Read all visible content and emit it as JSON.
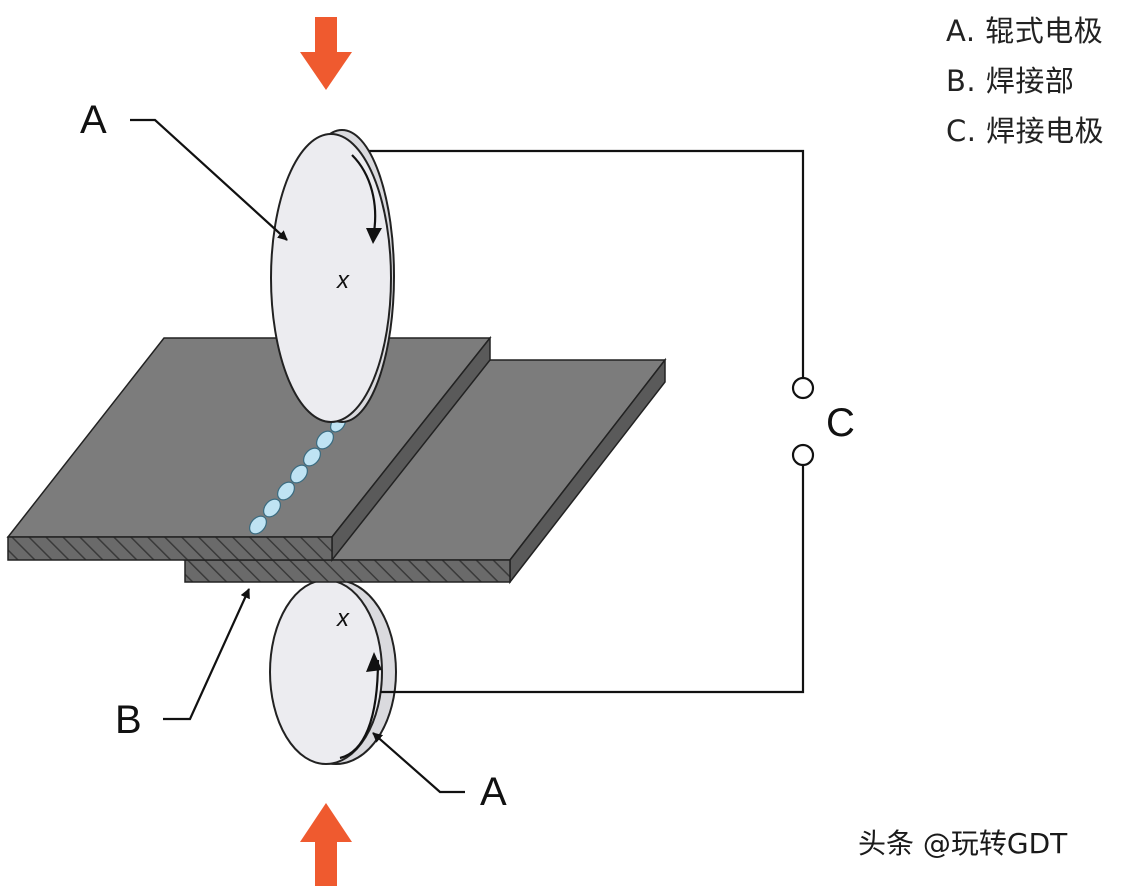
{
  "labels": {
    "roller_top": "A",
    "roller_bottom": "A",
    "weld_zone": "B",
    "power_source": "C"
  },
  "legend": [
    "A. 辊式电极",
    "B. 焊接部",
    "C. 焊接电极"
  ],
  "watermark": "头条 @玩转GDT",
  "colors": {
    "force_arrow": "#ef5a2f",
    "plate_top": "#7c7c7c",
    "plate_edge": "#5a5a5a",
    "roller_face": "#ececf0",
    "weld_nugget": "#bfe3f3"
  },
  "icons": {
    "force": "arrow-down-icon",
    "rotation": "curved-arrow-icon"
  }
}
